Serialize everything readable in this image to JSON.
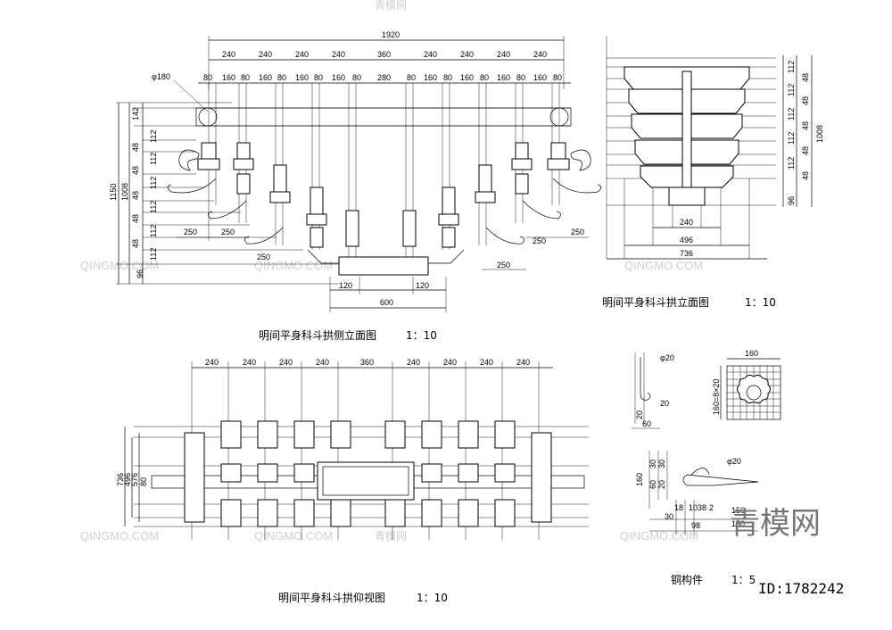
{
  "watermark": {
    "text": "QINGMO.COM",
    "cn_text": "青模网",
    "brand_big": "青模网",
    "id_label": "ID:1782242"
  },
  "titles": {
    "side": "明间平身科斗拱侧立面图",
    "side_scale": "1：10",
    "front": "明间平身科斗拱立面图",
    "front_scale": "1：10",
    "bottom": "明间平身科斗拱仰视图",
    "bottom_scale": "1：10",
    "copper": "铜构件",
    "copper_scale": "1：5"
  },
  "side_view": {
    "overall": "1920",
    "top_row": [
      "240",
      "240",
      "240",
      "240",
      "360",
      "240",
      "240",
      "240",
      "240"
    ],
    "second_row": [
      "80",
      "160",
      "80",
      "160",
      "80",
      "160",
      "80",
      "160",
      "80",
      "280",
      "80",
      "160",
      "80",
      "160",
      "80",
      "160",
      "80",
      "160",
      "80"
    ],
    "phi": "φ180",
    "left_a": [
      "142",
      "112",
      "48",
      "112",
      "48",
      "112",
      "48",
      "112",
      "48",
      "112",
      "96"
    ],
    "left_total_a": "1008",
    "left_total_b": "1150",
    "mid": [
      "250",
      "250",
      "250",
      "250",
      "250",
      "250"
    ],
    "bottom": [
      "120",
      "600",
      "120"
    ]
  },
  "front_view": {
    "right_vals": [
      "112",
      "48",
      "112",
      "48",
      "112",
      "48",
      "112",
      "48",
      "96"
    ],
    "right_total": "1008",
    "bottom": [
      "240",
      "496",
      "736"
    ]
  },
  "bottom_view": {
    "top_row": [
      "240",
      "240",
      "240",
      "240",
      "360",
      "240",
      "240",
      "240",
      "240"
    ],
    "left": [
      "736",
      "496",
      "576",
      "80"
    ]
  },
  "copper": {
    "labels": [
      "φ20",
      "20",
      "60",
      "160",
      "160=8×20",
      "φ20",
      "160",
      "30",
      "60",
      "30",
      "20",
      "18",
      "1038",
      "2",
      "98",
      "30",
      "150",
      "150"
    ]
  }
}
